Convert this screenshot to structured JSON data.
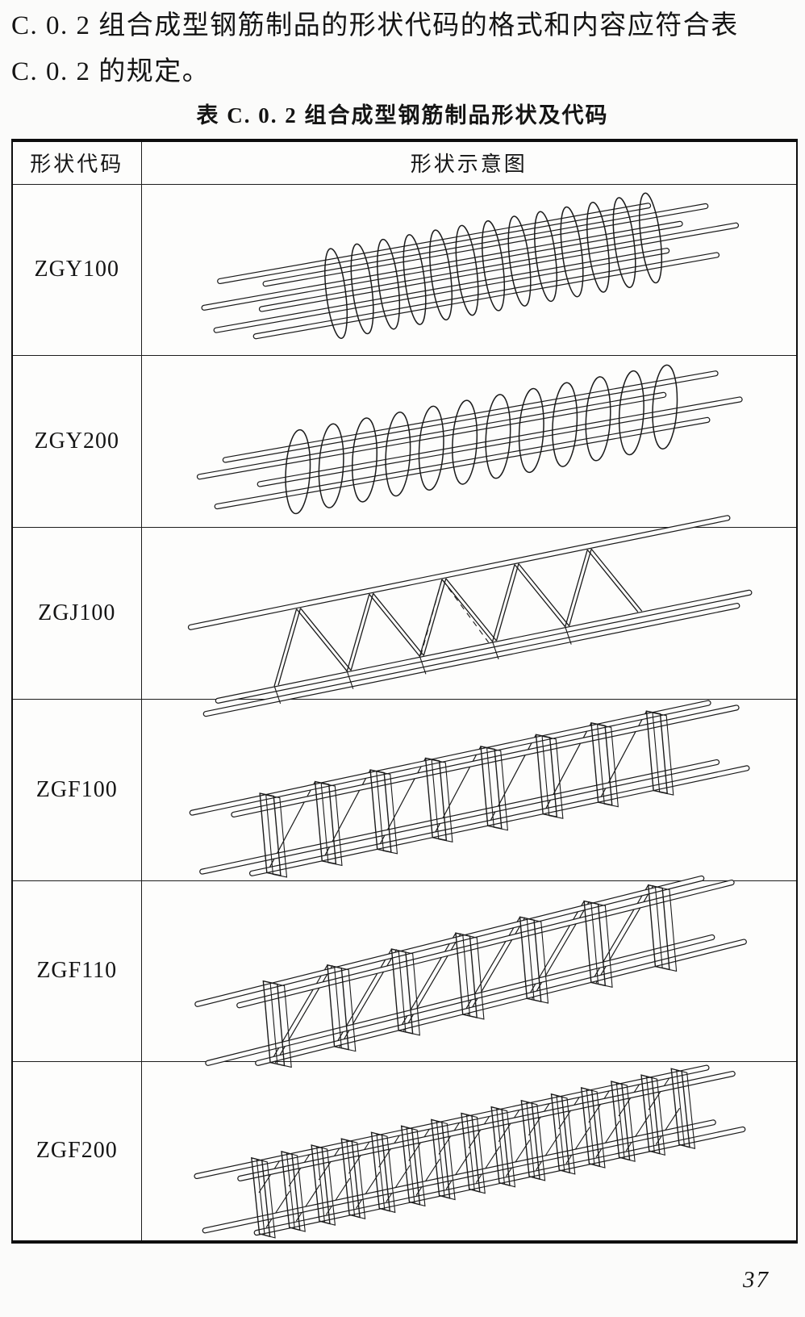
{
  "page": {
    "paragraph_line1": "C. 0. 2  组合成型钢筋制品的形状代码的格式和内容应符合表",
    "paragraph_line2": "C. 0. 2 的规定。",
    "table_title": "表 C. 0. 2  组合成型钢筋制品形状及代码",
    "page_number": "37"
  },
  "table": {
    "headers": [
      "形状代码",
      "形状示意图"
    ],
    "rows": [
      {
        "code": "ZGY100",
        "drawing": {
          "kind": "circular-hoop-cage",
          "type": "hoops",
          "angle": -10,
          "barThickness": 6,
          "bars": [
            [
              -310,
              235,
              -40
            ],
            [
              -255,
              305,
              -27
            ],
            [
              -335,
              270,
              -11
            ],
            [
              -265,
              338,
              3
            ],
            [
              -325,
              248,
              19
            ],
            [
              -278,
              308,
              35
            ]
          ],
          "loops": {
            "count": 13,
            "spacing": 33,
            "rx": 12,
            "ry": 56,
            "tilt": 3,
            "centerX": 30
          }
        }
      },
      {
        "code": "ZGY200",
        "drawing": {
          "kind": "spiral-hoop-cage",
          "type": "hoops",
          "angle": -10,
          "barThickness": 6,
          "bars": [
            [
              -305,
              318,
              -30
            ],
            [
              -340,
              250,
              -15
            ],
            [
              -268,
              342,
              7
            ],
            [
              -325,
              298,
              25
            ]
          ],
          "loops": {
            "count": 12,
            "spacing": 42,
            "rx": 15,
            "ry": 52,
            "tilt": 13,
            "centerX": 15
          }
        }
      },
      {
        "code": "ZGJ100",
        "drawing": {
          "kind": "triangular-lattice-truss",
          "type": "truss",
          "angle": -11.5,
          "chordThickness": 6,
          "topChord": [
            -345,
            340,
            -52
          ],
          "bottomChords": [
            [
              -330,
              348,
              44
            ],
            [
              -348,
              330,
              57
            ]
          ],
          "web": {
            "topY": -48,
            "bottomY": 40,
            "startX": -255,
            "panel": 92,
            "peaks": 5,
            "offset": 5
          },
          "dashes": [
            [
              -25,
              -48,
              -70,
              40
            ],
            [
              -25,
              -48,
              16,
              40
            ]
          ]
        }
      },
      {
        "code": "ZGF100",
        "drawing": {
          "kind": "stirrup-cage-with-diagonals",
          "type": "stirrups",
          "angle": -12,
          "barThickness": 6,
          "bars": [
            [
              -345,
              315,
              -44
            ],
            [
              -295,
              348,
              -31
            ],
            [
              -348,
              310,
              30
            ],
            [
              -288,
              345,
              45
            ]
          ],
          "stirrups": {
            "count": 8,
            "spacing": 70,
            "centerX": -10,
            "topY": -50,
            "bottomY": 48,
            "lean": 12,
            "depth": 16,
            "drop": 7,
            "dup": 7
          },
          "diag": "panel"
        }
      },
      {
        "code": "ZGF110",
        "drawing": {
          "kind": "stirrup-cage-with-double-diagonals",
          "type": "stirrups",
          "angle": -14,
          "barThickness": 6,
          "bars": [
            [
              -340,
              310,
              -42
            ],
            [
              -290,
              345,
              -28
            ],
            [
              -345,
              305,
              32
            ],
            [
              -285,
              342,
              47
            ]
          ],
          "stirrups": {
            "count": 7,
            "spacing": 82,
            "centerX": -5,
            "topY": -50,
            "bottomY": 50,
            "lean": 16,
            "depth": 16,
            "drop": 8,
            "dup": 8
          },
          "diag": "panel2"
        }
      },
      {
        "code": "ZGF200",
        "drawing": {
          "kind": "dense-stirrup-cage",
          "type": "stirrups",
          "angle": -12,
          "barThickness": 6,
          "bars": [
            [
              -340,
              312,
              -40
            ],
            [
              -288,
              342,
              -26
            ],
            [
              -344,
              306,
              28
            ],
            [
              -282,
              340,
              44
            ]
          ],
          "stirrups": {
            "count": 15,
            "spacing": 38,
            "centerX": 0,
            "topY": -48,
            "bottomY": 46,
            "lean": 10,
            "depth": 12,
            "drop": 6,
            "dup": 6
          },
          "diag": "bands"
        }
      }
    ]
  }
}
